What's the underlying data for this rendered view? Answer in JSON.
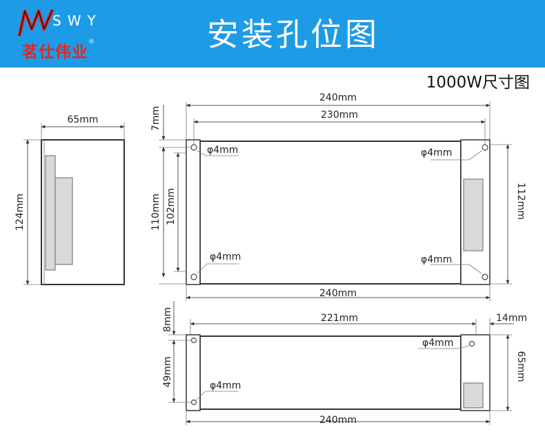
{
  "header": {
    "logo_letters": "SWY",
    "logo_cn": "茗仕伟业",
    "logo_reg": "®",
    "title": "安装孔位图"
  },
  "subtitle": "1000W尺寸图",
  "side_view": {
    "width_label": "65mm",
    "height_label": "124mm"
  },
  "top_view": {
    "outer_width": "240mm",
    "hole_spacing": "230mm",
    "top_offset": "7mm",
    "left_height": "110mm",
    "hole_vertical": "102mm",
    "right_height": "112mm",
    "bottom_width": "240mm",
    "hole_labels": [
      "φ4mm",
      "φ4mm",
      "φ4mm",
      "φ4mm"
    ]
  },
  "bottom_view": {
    "hole_spacing": "221mm",
    "right_offset": "14mm",
    "top_offset": "8mm",
    "hole_vertical": "49mm",
    "height": "65mm",
    "width": "240mm",
    "hole_labels": [
      "φ4mm",
      "φ4mm"
    ]
  }
}
